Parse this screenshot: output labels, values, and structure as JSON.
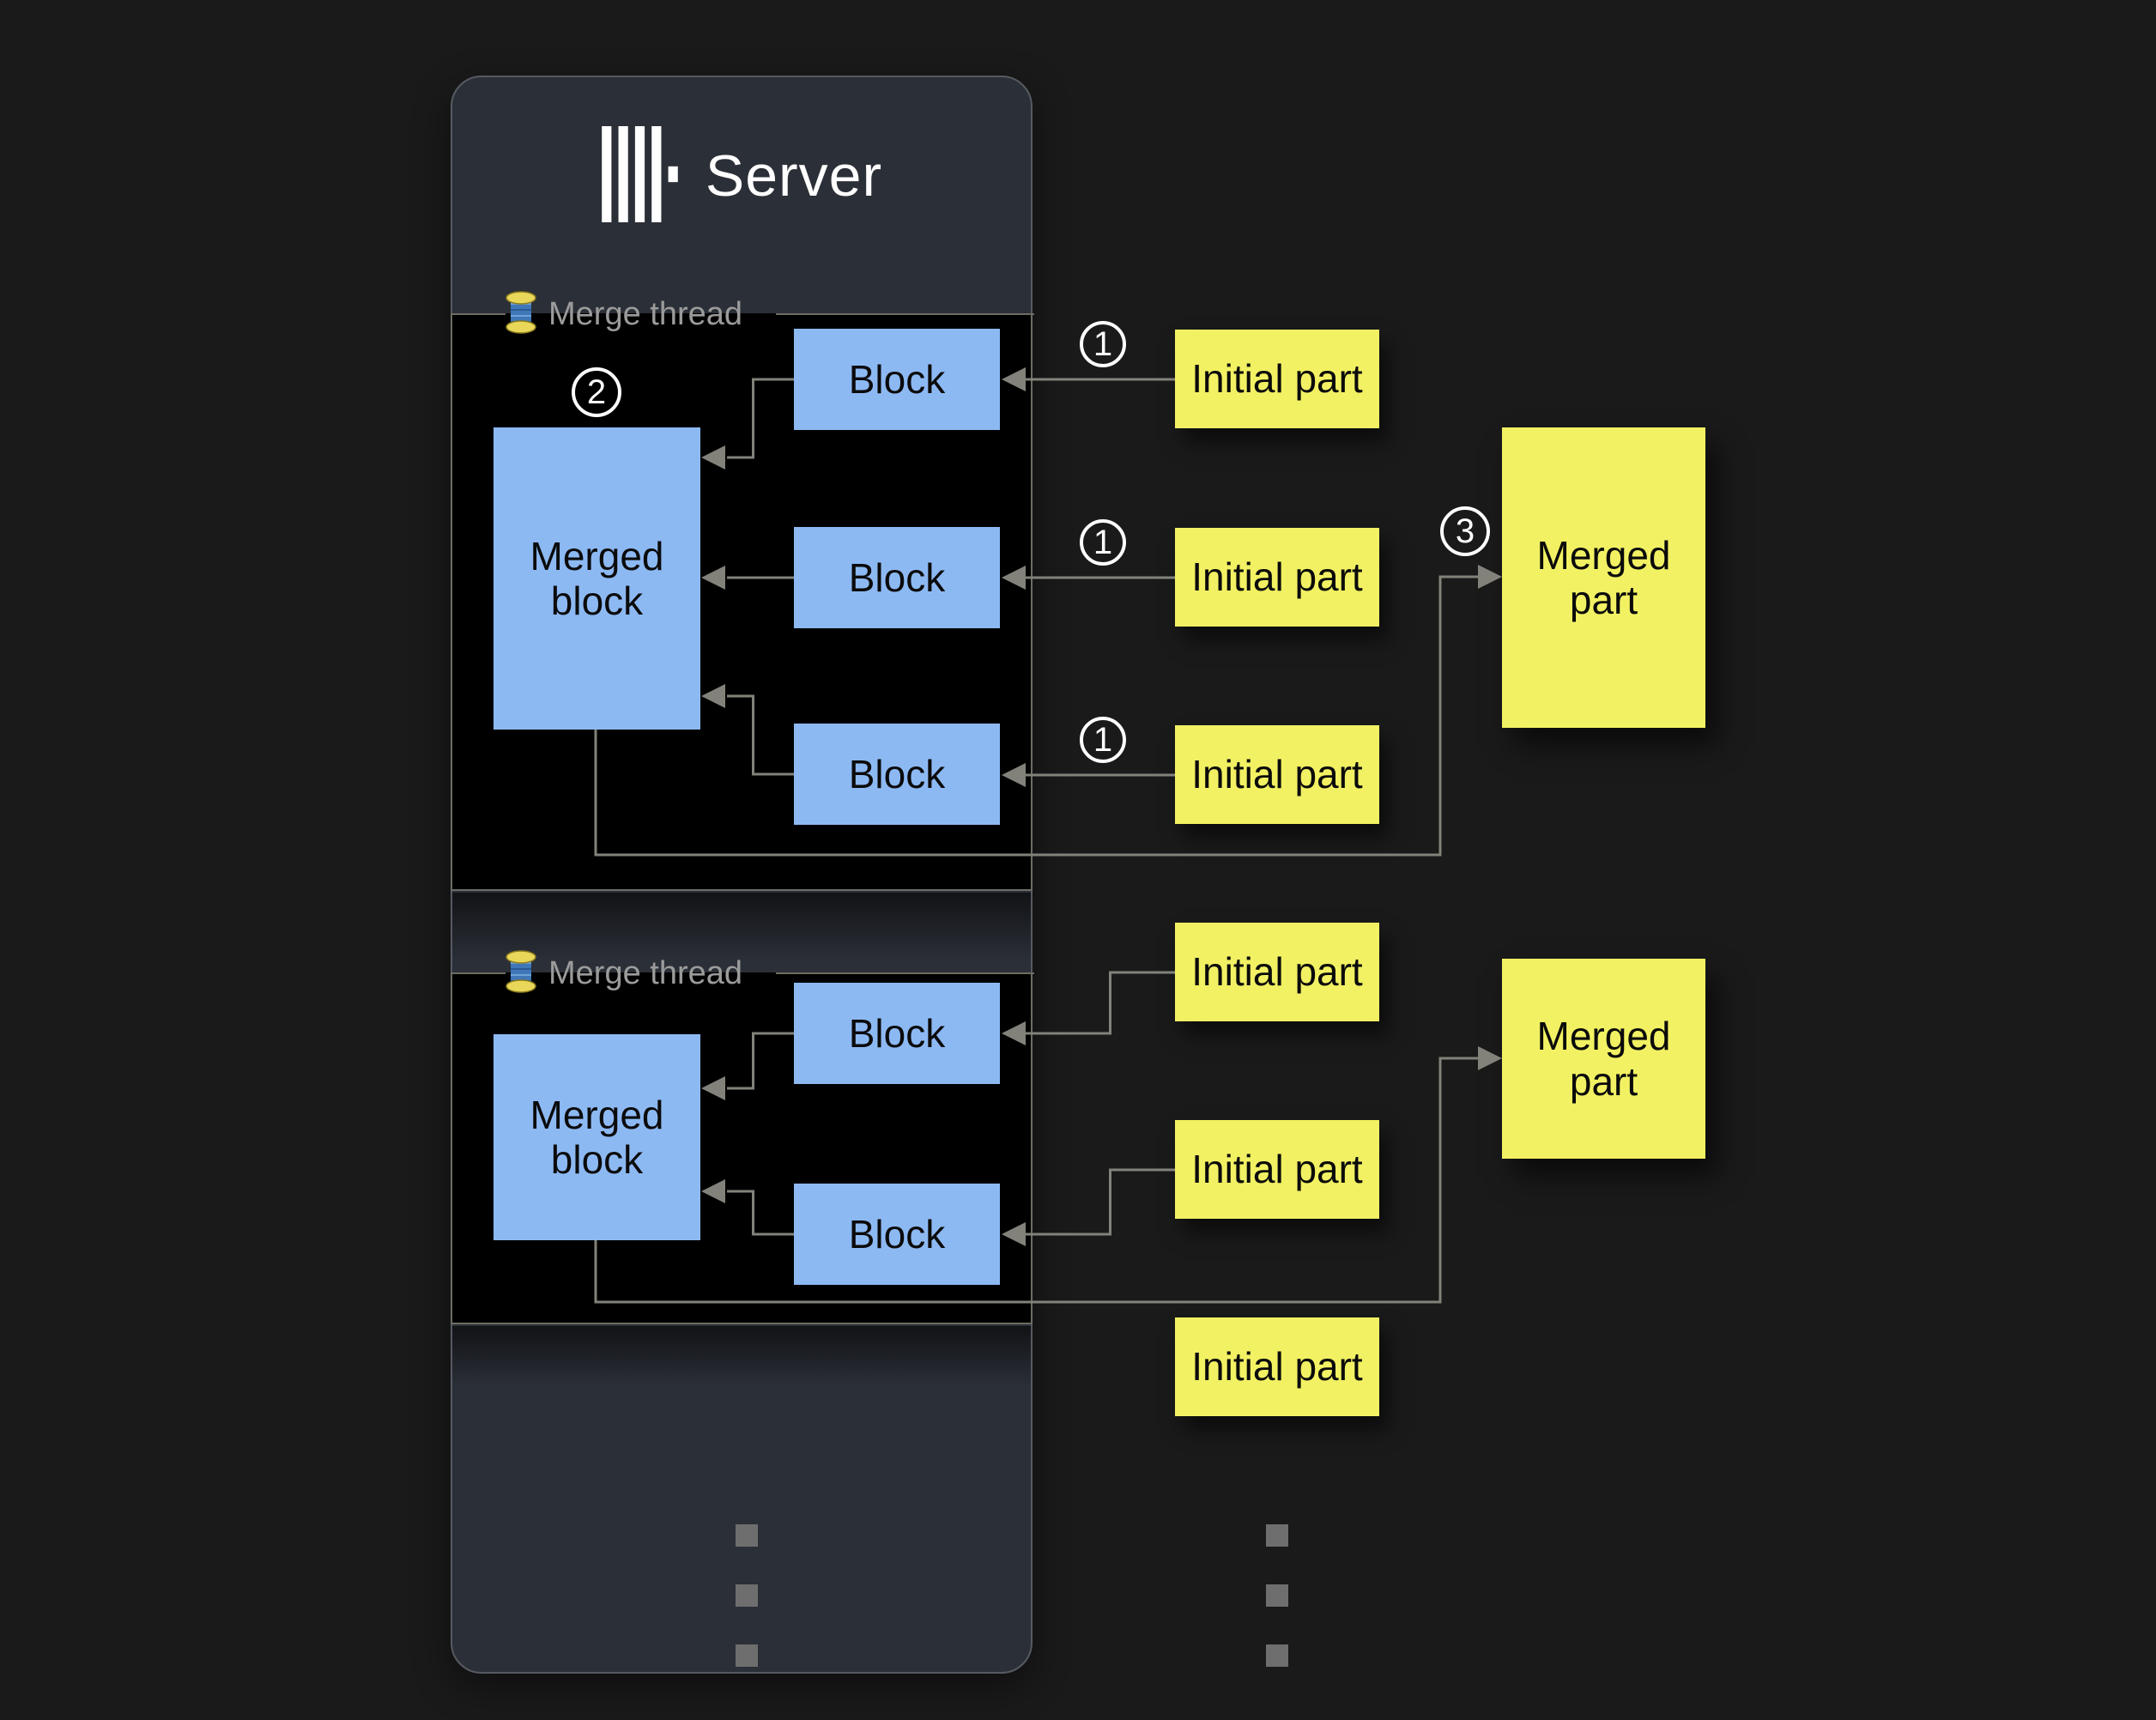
{
  "server": {
    "title": "Server"
  },
  "icons": {
    "server_logo": "clickhouse-bars-icon",
    "merge_thread": "thread-spool-icon",
    "ellipsis": "vertical-ellipsis-dots"
  },
  "merge_threads": [
    {
      "label": "Merge thread",
      "merged_block": "Merged block",
      "blocks": [
        "Block",
        "Block",
        "Block"
      ]
    },
    {
      "label": "Merge thread",
      "merged_block": "Merged block",
      "blocks": [
        "Block",
        "Block"
      ]
    }
  ],
  "initial_parts": {
    "group1": [
      "Initial part",
      "Initial part",
      "Initial part"
    ],
    "group2": [
      "Initial part",
      "Initial part",
      "Initial part"
    ]
  },
  "merged_parts": [
    "Merged part",
    "Merged part"
  ],
  "steps": {
    "step_1": "1",
    "step_2": "2",
    "step_3": "3"
  },
  "colors": {
    "background": "#1a1a1a",
    "server_panel": "#2b2f37",
    "thread_panel": "#000000",
    "block_blue": "#8db9f3",
    "part_yellow": "#f2f163",
    "wire_gray": "#82827a",
    "legend_gray": "#9b9b9b",
    "title_white": "#ffffff"
  }
}
